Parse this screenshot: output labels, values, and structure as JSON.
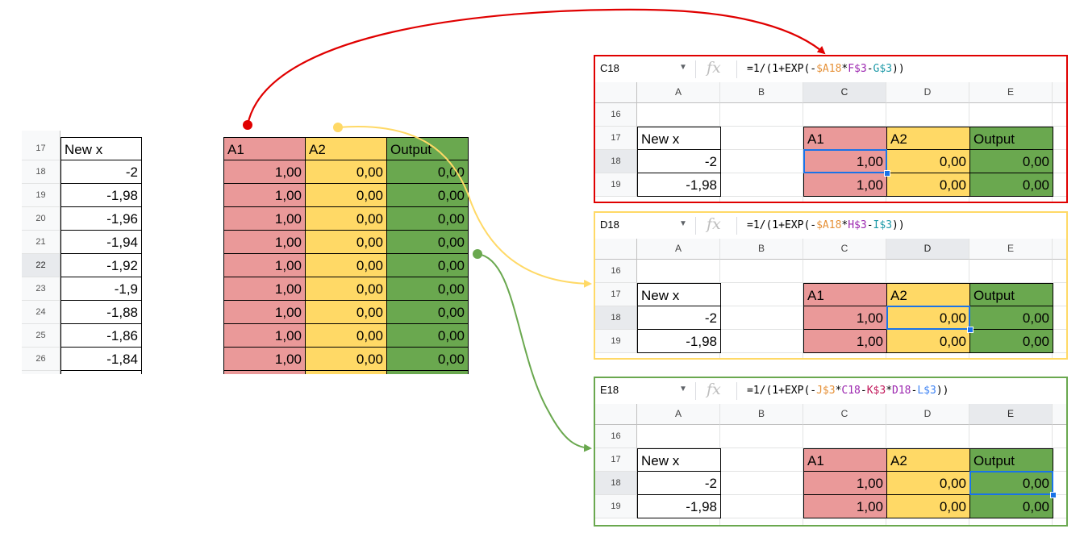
{
  "left_sheet": {
    "rows": [
      {
        "n": "17",
        "v": "New x"
      },
      {
        "n": "18",
        "v": "-2"
      },
      {
        "n": "19",
        "v": "-1,98"
      },
      {
        "n": "20",
        "v": "-1,96"
      },
      {
        "n": "21",
        "v": "-1,94"
      },
      {
        "n": "22",
        "v": "-1,92"
      },
      {
        "n": "23",
        "v": "-1,9"
      },
      {
        "n": "24",
        "v": "-1,88"
      },
      {
        "n": "25",
        "v": "-1,86"
      },
      {
        "n": "26",
        "v": "-1,84"
      }
    ]
  },
  "mid_table": {
    "headers": [
      "A1",
      "A2",
      "Output"
    ],
    "rows": [
      [
        "1,00",
        "0,00",
        "0,00"
      ],
      [
        "1,00",
        "0,00",
        "0,00"
      ],
      [
        "1,00",
        "0,00",
        "0,00"
      ],
      [
        "1,00",
        "0,00",
        "0,00"
      ],
      [
        "1,00",
        "0,00",
        "0,00"
      ],
      [
        "1,00",
        "0,00",
        "0,00"
      ],
      [
        "1,00",
        "0,00",
        "0,00"
      ],
      [
        "1,00",
        "0,00",
        "0,00"
      ],
      [
        "1,00",
        "0,00",
        "0,00"
      ]
    ]
  },
  "panels": [
    {
      "border": "#e00000",
      "namebox": "C18",
      "formula": [
        [
          "=1/(1+EXP(-",
          ""
        ],
        [
          "$A18",
          "ref-orange"
        ],
        [
          "*",
          ""
        ],
        [
          "F$3",
          "ref-purple"
        ],
        [
          "-",
          ""
        ],
        [
          "G$3",
          "ref-teal"
        ],
        [
          "))",
          ""
        ]
      ],
      "sel_col": "C",
      "sel_index": 2
    },
    {
      "border": "#ffd966",
      "namebox": "D18",
      "formula": [
        [
          "=1/(1+EXP(-",
          ""
        ],
        [
          "$A18",
          "ref-orange"
        ],
        [
          "*",
          ""
        ],
        [
          "H$3",
          "ref-purple"
        ],
        [
          "-",
          ""
        ],
        [
          "I$3",
          "ref-teal"
        ],
        [
          "))",
          ""
        ]
      ],
      "sel_col": "D",
      "sel_index": 3
    },
    {
      "border": "#6aa84f",
      "namebox": "E18",
      "formula": [
        [
          "=1/(1+EXP(-",
          ""
        ],
        [
          "J$3",
          "ref-orange"
        ],
        [
          "*",
          ""
        ],
        [
          "C18",
          "ref-purple"
        ],
        [
          "-",
          ""
        ],
        [
          "K$3",
          "ref-pink"
        ],
        [
          "*",
          ""
        ],
        [
          "D18",
          "ref-purple"
        ],
        [
          "-",
          ""
        ],
        [
          "L$3",
          "ref-blue"
        ],
        [
          "))",
          ""
        ]
      ],
      "sel_col": "E",
      "sel_index": 4
    }
  ],
  "panel_grid": {
    "col_headers": [
      "A",
      "B",
      "C",
      "D",
      "E"
    ],
    "row_headers": [
      "16",
      "17",
      "18",
      "19"
    ],
    "new_x_label": "New x",
    "x18": "-2",
    "x19": "-1,98",
    "headers": [
      "A1",
      "A2",
      "Output"
    ],
    "r18": [
      "1,00",
      "0,00",
      "0,00"
    ],
    "r19": [
      "1,00",
      "0,00",
      "0,00"
    ]
  },
  "colors": {
    "a1": "#ea9999",
    "a2": "#ffd966",
    "output": "#6aa84f",
    "arrow_red": "#e00000",
    "arrow_yellow": "#ffd966",
    "arrow_green": "#6aa84f",
    "selection": "#1a73e8"
  }
}
